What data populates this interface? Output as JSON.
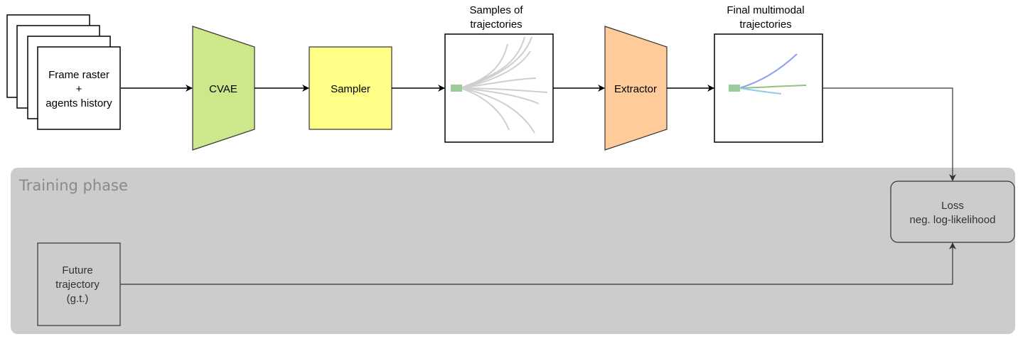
{
  "nodes": {
    "input": {
      "line1": "Frame raster",
      "line2": "+",
      "line3": "agents history"
    },
    "cvae": {
      "label": "CVAE",
      "fill": "#cde88b"
    },
    "sampler": {
      "label": "Sampler",
      "fill": "#ffff88"
    },
    "samples": {
      "caption_line1": "Samples of",
      "caption_line2": "trajectories"
    },
    "extractor": {
      "label": "Extractor",
      "fill": "#ffcc99"
    },
    "final": {
      "caption_line1": "Final multimodal",
      "caption_line2": "trajectories"
    },
    "loss": {
      "line1": "Loss",
      "line2": "neg. log-likelihood"
    },
    "future": {
      "line1": "Future",
      "line2": "trajectory",
      "line3": "(g.t.)"
    }
  },
  "training_phase": {
    "label": "Training phase",
    "fill": "#cccccc"
  },
  "colors": {
    "agent_marker": "#99cc99",
    "sample_trajectory": "#cfcfcf",
    "final_trajectory_1": "#8e9ef0",
    "final_trajectory_2": "#93c47d",
    "final_trajectory_3": "#8ecde8"
  }
}
